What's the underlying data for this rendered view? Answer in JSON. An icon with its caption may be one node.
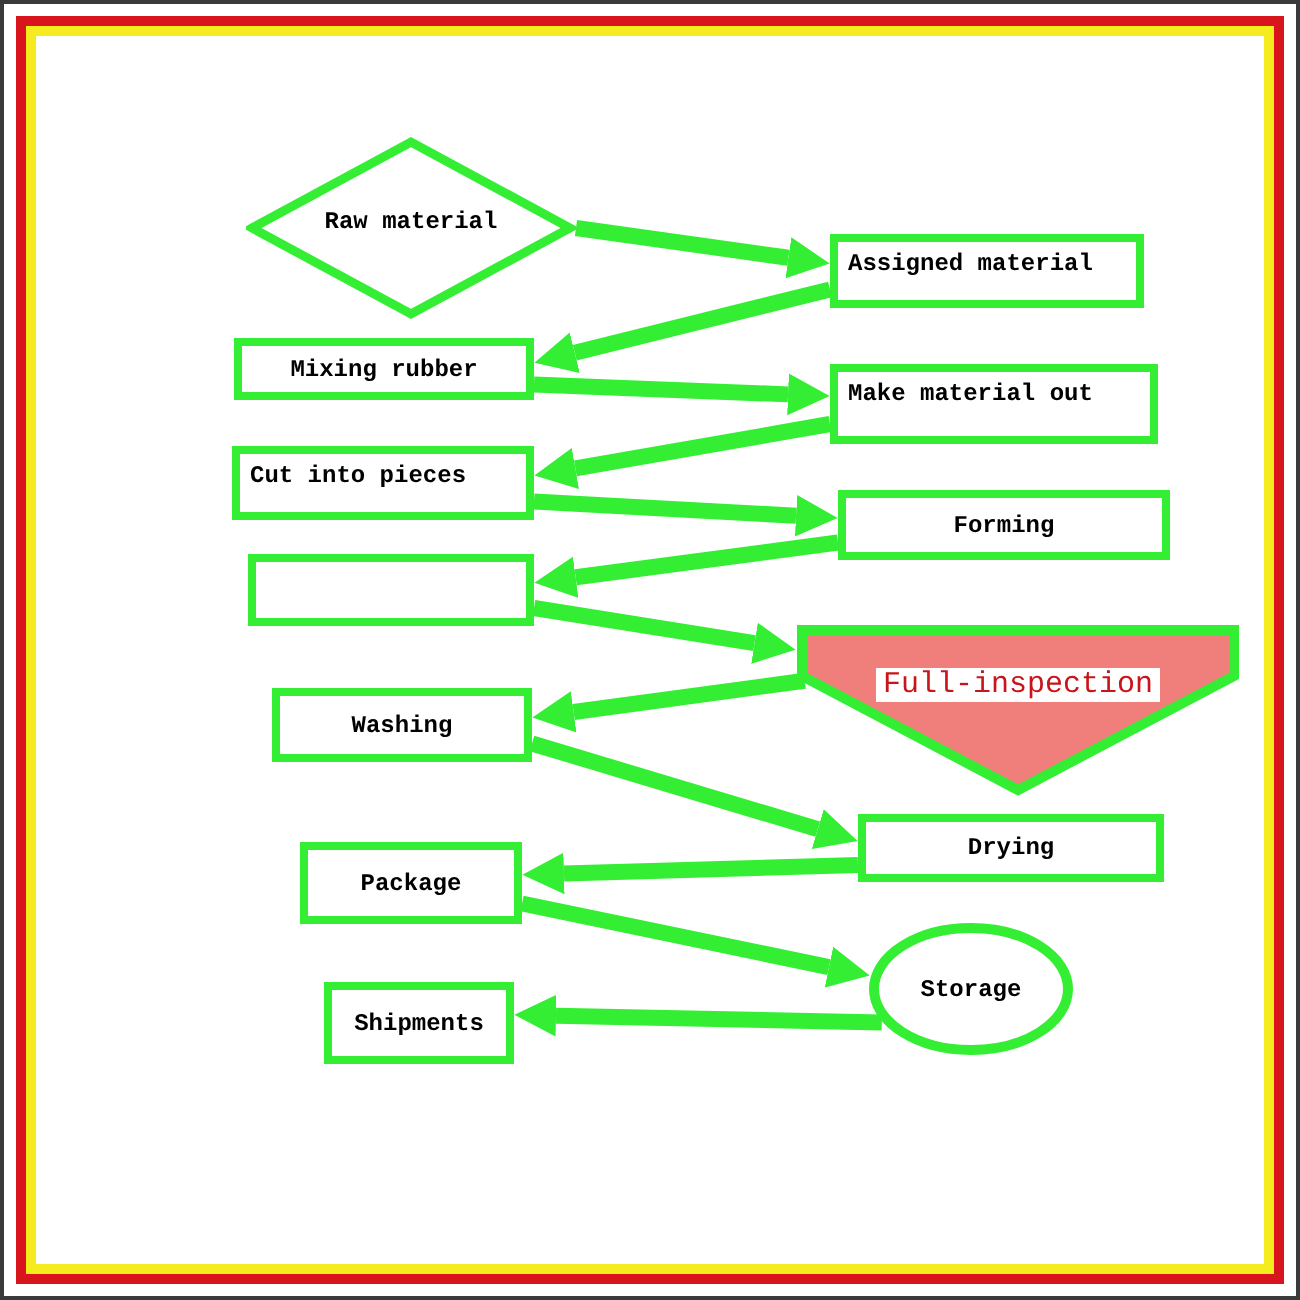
{
  "diagram": {
    "nodes": [
      {
        "text": [
          "Raw material"
        ]
      },
      {
        "text": [
          "Assigned material"
        ]
      },
      {
        "text": [
          "Mixing rubber"
        ]
      },
      {
        "text": [
          "Make material out"
        ]
      },
      {
        "text": [
          "Cut into pieces"
        ]
      },
      {
        "text": [
          "Forming"
        ]
      },
      {
        "text": [],
        "shape": "box"
      },
      {
        "text": [
          "Full-inspection"
        ]
      },
      {
        "text": [
          "Washing"
        ]
      },
      {
        "text": [
          "Drying"
        ]
      },
      {
        "text": [
          "Package"
        ]
      },
      {
        "text": [
          "Storage"
        ]
      },
      {
        "text": [
          "Shipments"
        ]
      }
    ],
    "edges": [
      {
        "from": 0,
        "to": 1,
        "arrow": "to"
      },
      {
        "from": 1,
        "to": 2,
        "arrow": "to"
      },
      {
        "from": 2,
        "to": 3,
        "arrow": "to"
      },
      {
        "from": 3,
        "to": 4,
        "arrow": "to"
      },
      {
        "from": 4,
        "to": 5,
        "arrow": "to"
      },
      {
        "from": 5,
        "to": 6,
        "arrow": "to"
      },
      {
        "from": 6,
        "to": 7,
        "arrow": "to"
      },
      {
        "from": 7,
        "to": 8,
        "arrow": "to"
      },
      {
        "from": 8,
        "to": 9,
        "arrow": "to"
      },
      {
        "from": 9,
        "to": 10,
        "arrow": "to"
      },
      {
        "from": 10,
        "to": 11,
        "arrow": "to"
      },
      {
        "from": 11,
        "to": 12,
        "arrow": "to"
      }
    ]
  }
}
